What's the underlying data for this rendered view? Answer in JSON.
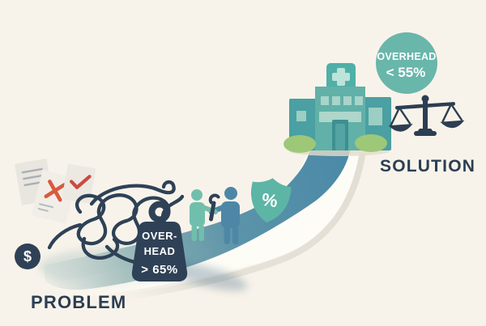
{
  "problem": {
    "label": "PROBLEM",
    "coin_symbol": "$",
    "weight": {
      "line1": "OVER-",
      "line2": "HEAD",
      "line3": "> 65%"
    }
  },
  "journey": {
    "shield_symbol": "%"
  },
  "solution": {
    "label": "SOLUTION",
    "badge": {
      "line1": "OVERHEAD",
      "line2": "< 55%"
    }
  },
  "icons": {
    "problem": [
      "documents-icon",
      "x-mark-icon",
      "check-mark-icon",
      "tangle-icon",
      "dollar-coin-icon",
      "overhead-weight-icon"
    ],
    "journey": [
      "road-path",
      "handshake-figures-icon",
      "wrench-icon",
      "shield-percent-icon"
    ],
    "solution": [
      "hospital-icon",
      "overhead-badge",
      "scales-icon"
    ]
  },
  "colors": {
    "background": "#f8f3ea",
    "navy": "#2e4156",
    "road_blue": "#4b8aa8",
    "road_light": "#cfdbd7",
    "teal_shield": "#5cb5a5",
    "badge_teal": "#69b6ab",
    "figure_teal": "#70bfac",
    "figure_blue": "#4e87a6",
    "hospital_teal": "#5fb0a7",
    "hospital_wing": "#4aa0a2",
    "hospital_light": "#a9d4c9",
    "bush_green": "#9dc878",
    "paper": "#edeae3",
    "error_red": "#d85a3e",
    "check_red": "#c94b40",
    "white_band": "#fdfcf6",
    "gray_stripe": "#e5e1d8"
  }
}
